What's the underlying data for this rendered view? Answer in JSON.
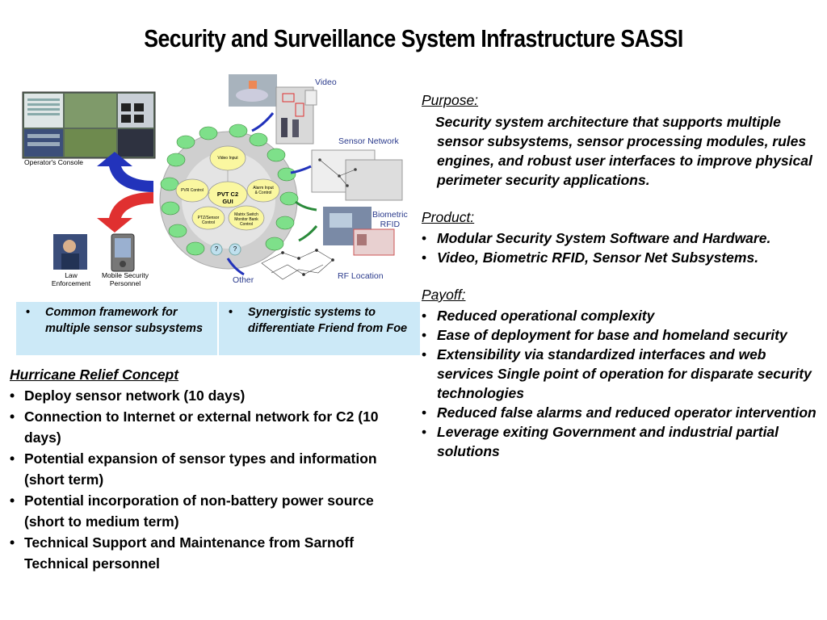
{
  "title": "Security and Surveillance System Infrastructure SASSI",
  "diagram": {
    "operators_console": "Operator's Console",
    "video": "Video",
    "sensor_network": "Sensor Network",
    "biometric_rfid_line1": "Biometric",
    "biometric_rfid_line2": "RFID",
    "rf_location": "RF Location",
    "other": "Other",
    "law_enforcement_line1": "Law",
    "law_enforcement_line2": "Enforcement",
    "mobile_security_line1": "Mobile Security",
    "mobile_security_line2": "Personnel",
    "hub_center_line1": "PVT C2",
    "hub_center_line2": "GUI",
    "hub_nodes": [
      "Video Input",
      "PVR Control",
      "Alarm Input & Control",
      "PTZ/Sensor Control",
      "Matrix Switch Monitor Bank Control"
    ],
    "question_marks": [
      "?",
      "?"
    ],
    "colors": {
      "ring": "#c8c8c8",
      "node": "#faf7a0",
      "small_node": "#7ee08a",
      "arrow_blue": "#2233bb",
      "arrow_red": "#e03030",
      "label_blue": "#2a3a8c"
    }
  },
  "framework": [
    "Common framework for multiple sensor subsystems",
    "Synergistic systems to differentiate Friend from Foe"
  ],
  "hurricane": {
    "heading": "Hurricane Relief Concept",
    "items": [
      "Deploy sensor network (10 days)",
      "Connection to Internet or external network for C2 (10 days)",
      "Potential expansion of sensor types and information (short term)",
      "Potential incorporation of non-battery power source (short to medium term)",
      "Technical Support and Maintenance from Sarnoff Technical personnel"
    ]
  },
  "purpose": {
    "heading": "Purpose:",
    "text": "Security system architecture that supports multiple sensor subsystems, sensor processing modules, rules engines, and robust user interfaces to improve physical perimeter security applications."
  },
  "product": {
    "heading": "Product:",
    "items": [
      "Modular Security System Software and Hardware.",
      "Video, Biometric RFID, Sensor Net Subsystems."
    ]
  },
  "payoff": {
    "heading": "Payoff:",
    "items": [
      "Reduced operational complexity",
      "Ease of deployment for base and homeland security",
      "Extensibility via standardized interfaces and web services Single point of operation for disparate security technologies",
      "Reduced false alarms and reduced operator intervention",
      "Leverage exiting Government and industrial partial solutions"
    ]
  }
}
